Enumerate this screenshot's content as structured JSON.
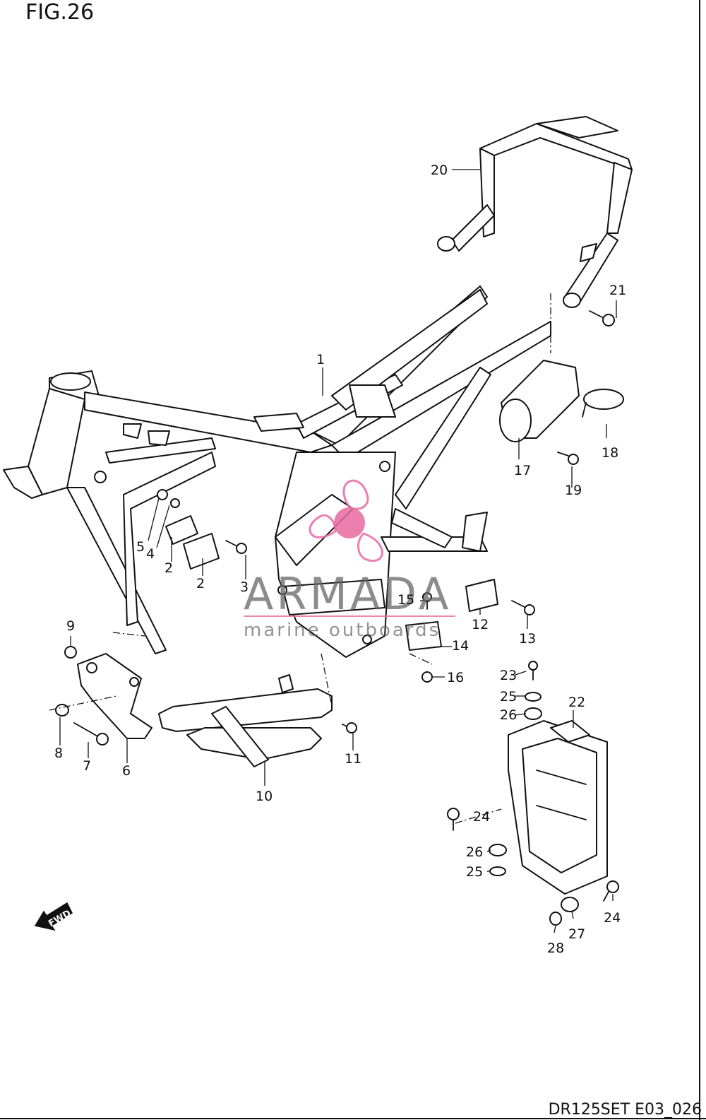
{
  "figure_title": "FIG.26",
  "diagram_code": "DR125SET E03_026",
  "watermark": {
    "name": "ARMADA",
    "tagline": "marine outboards",
    "accent_color": "#e86aa0"
  },
  "fwd_label": "FWD",
  "callouts": [
    "1",
    "2",
    "2",
    "3",
    "4",
    "5",
    "6",
    "7",
    "8",
    "9",
    "10",
    "11",
    "12",
    "13",
    "14",
    "15",
    "16",
    "17",
    "18",
    "19",
    "20",
    "21",
    "22",
    "23",
    "24",
    "24",
    "25",
    "25",
    "26",
    "26",
    "27",
    "28"
  ]
}
